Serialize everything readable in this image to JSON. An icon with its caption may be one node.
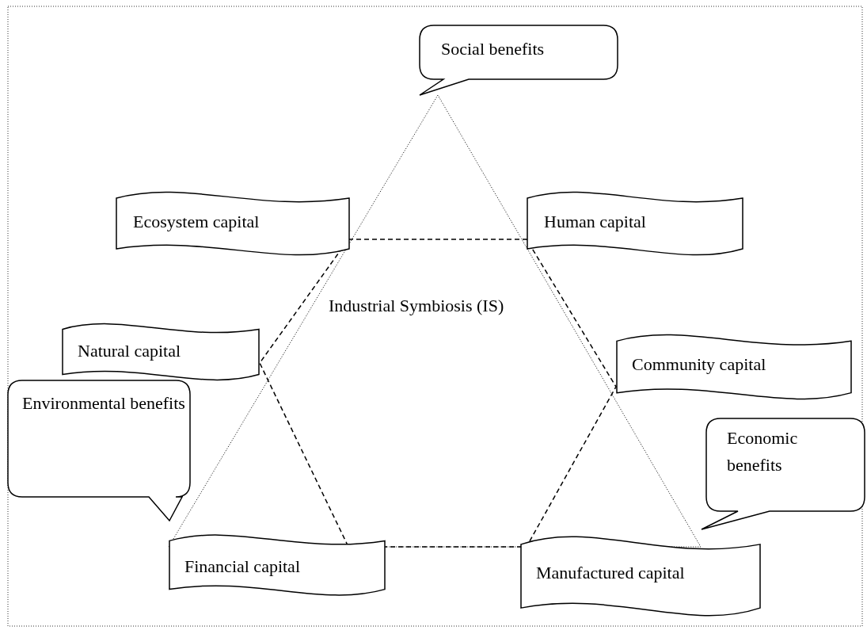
{
  "diagram": {
    "nodes": [
      {
        "text": [
          "Social benefits"
        ]
      },
      {
        "text": [
          "Ecosystem capital"
        ]
      },
      {
        "text": [
          "Human capital"
        ]
      },
      {
        "text": [
          "Natural capital"
        ]
      },
      {
        "text": [
          "Environmental benefits"
        ]
      },
      {
        "text": [
          "Community capital"
        ]
      },
      {
        "text": [
          "Economic benefits"
        ]
      },
      {
        "text": [
          "Financial capital"
        ]
      },
      {
        "text": [
          "Manufactured capital"
        ]
      }
    ],
    "labels": [
      "Industrial Symbiosis (IS)"
    ]
  }
}
